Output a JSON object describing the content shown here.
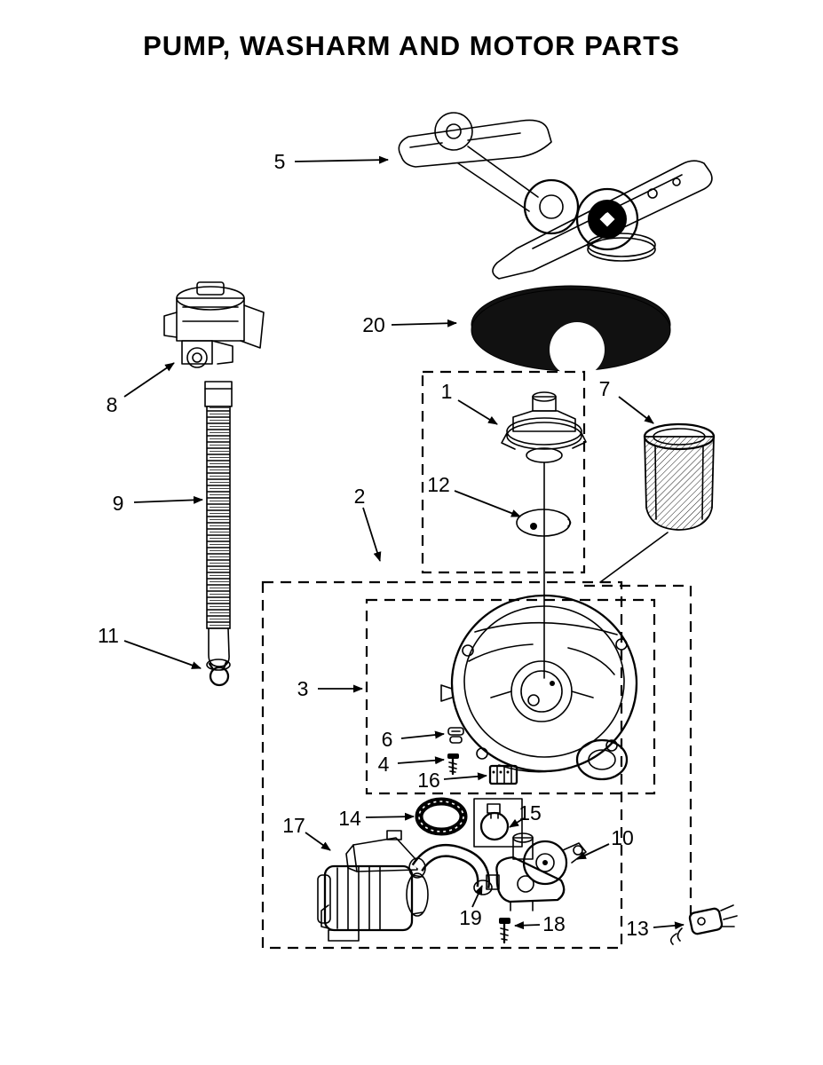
{
  "figure": {
    "title": "PUMP, WASHARM AND MOTOR PARTS",
    "callout_labels": [
      "1",
      "2",
      "3",
      "4",
      "5",
      "6",
      "7",
      "8",
      "9",
      "10",
      "11",
      "12",
      "13",
      "14",
      "15",
      "16",
      "17",
      "18",
      "19",
      "20"
    ],
    "ink_color": "#000000",
    "paper_color": "#ffffff"
  }
}
